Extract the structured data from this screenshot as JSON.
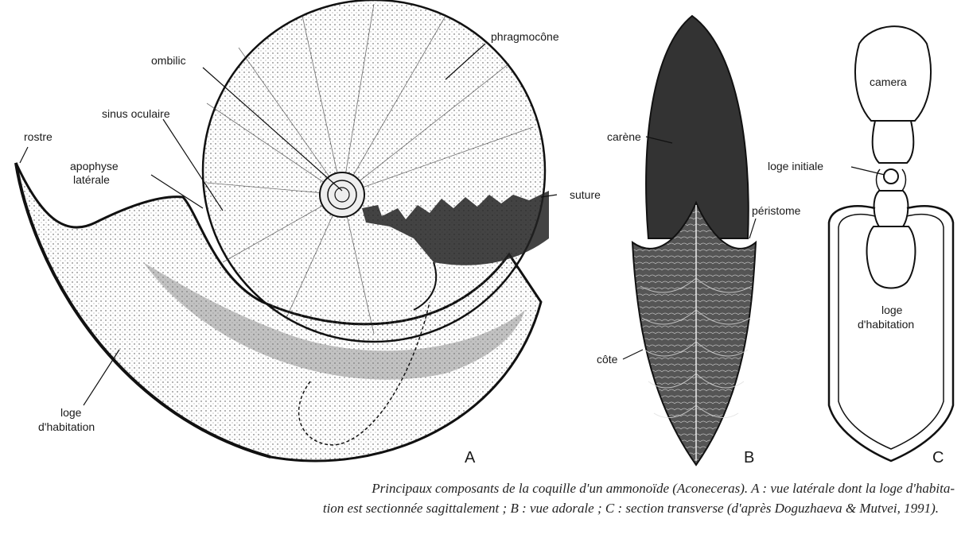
{
  "figure_labels": {
    "A": {
      "panel": "A",
      "rostre": "rostre",
      "apophyse_line1": "apophyse",
      "apophyse_line2": "latérale",
      "sinus_oculaire": "sinus oculaire",
      "ombilic": "ombilic",
      "phragmocone": "phragmocône",
      "suture": "suture",
      "loge_line1": "loge",
      "loge_line2": "d'habitation"
    },
    "B": {
      "panel": "B",
      "carene": "carène",
      "peristome": "péristome",
      "cote": "côte"
    },
    "C": {
      "panel": "C",
      "camera": "camera",
      "loge_initiale": "loge initiale",
      "loge_line1": "loge",
      "loge_line2": "d'habitation"
    }
  },
  "caption": {
    "line1": "Principaux composants de la coquille d'un ammonoïde (Aconeceras). A : vue latérale dont la loge d'habita-",
    "line2": "tion est sectionnée sagittalement ; B : vue adorale ; C : section transverse (d'après Doguzhaeva & Mutvei, 1991)."
  }
}
